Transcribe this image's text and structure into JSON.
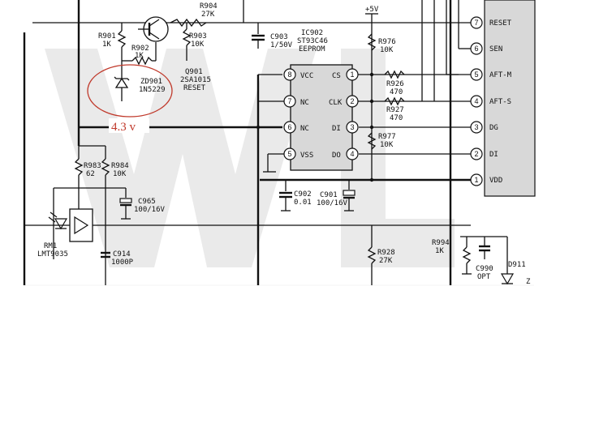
{
  "components": {
    "r901": {
      "ref": "R901",
      "value": "1K"
    },
    "r902": {
      "ref": "R902",
      "value": "1K"
    },
    "r903": {
      "ref": "R903",
      "value": "10K"
    },
    "r904": {
      "ref": "R904",
      "value": "27K"
    },
    "c903": {
      "ref": "C903",
      "value": "1/50V"
    },
    "zd901": {
      "ref": "ZD901",
      "value": "1N5229"
    },
    "q901": {
      "ref": "Q901",
      "value": "2SA1015",
      "note": "RESET"
    },
    "ic902": {
      "ref": "IC902",
      "value": "ST93C46",
      "type": "EEPROM"
    },
    "r976": {
      "ref": "R976",
      "value": "10K"
    },
    "r926": {
      "ref": "R926",
      "value": "470"
    },
    "r927": {
      "ref": "R927",
      "value": "470"
    },
    "r977": {
      "ref": "R977",
      "value": "10K"
    },
    "r983": {
      "ref": "R983",
      "value": "62"
    },
    "r984": {
      "ref": "R984",
      "value": "10K"
    },
    "c965": {
      "ref": "C965",
      "value": "100/16V"
    },
    "c902": {
      "ref": "C902",
      "value": "0.01"
    },
    "c901": {
      "ref": "C901",
      "value": "100/16V"
    },
    "rm1": {
      "ref": "RM1",
      "value": "LMT9035"
    },
    "c914": {
      "ref": "C914",
      "value": "1000P"
    },
    "r928": {
      "ref": "R928",
      "value": "27K"
    },
    "r994": {
      "ref": "R994",
      "value": "1K"
    },
    "c990": {
      "ref": "C990",
      "value": "OPT"
    },
    "d911": {
      "ref": "D911"
    }
  },
  "supply_label": "+5V",
  "ic_pins": {
    "p8": {
      "num": "8",
      "name": "VCC"
    },
    "p7": {
      "num": "7",
      "name": "NC"
    },
    "p6": {
      "num": "6",
      "name": "NC"
    },
    "p5": {
      "num": "5",
      "name": "VSS"
    },
    "p1": {
      "num": "1",
      "name": "CS"
    },
    "p2": {
      "num": "2",
      "name": "CLK"
    },
    "p3": {
      "num": "3",
      "name": "DI"
    },
    "p4": {
      "num": "4",
      "name": "DO"
    }
  },
  "connector_pins": {
    "c7": {
      "num": "7",
      "name": "RESET"
    },
    "c6": {
      "num": "6",
      "name": "SEN"
    },
    "c5": {
      "num": "5",
      "name": "AFT-M"
    },
    "c4": {
      "num": "4",
      "name": "AFT-S"
    },
    "c3": {
      "num": "3",
      "name": "DG"
    },
    "c2": {
      "num": "2",
      "name": "DI"
    },
    "c1": {
      "num": "1",
      "name": "VDD"
    }
  },
  "annotation": {
    "voltage": "4.3 v",
    "color": "#c0392b"
  },
  "watermark_color": "#e6e6e6"
}
